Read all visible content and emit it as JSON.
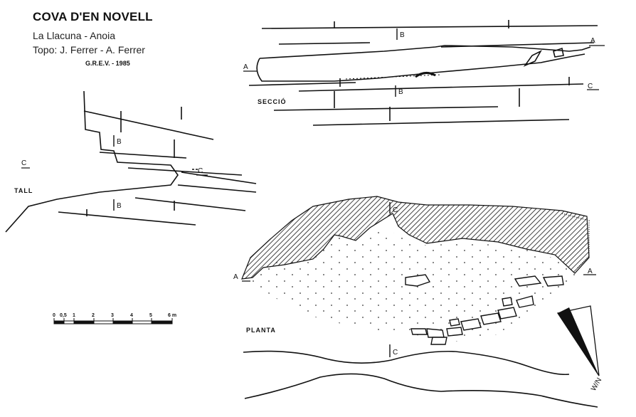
{
  "header": {
    "title": "COVA D'EN NOVELL",
    "location": "La Llacuna - Anoia",
    "survey": "Topo: J. Ferrer - A. Ferrer",
    "club": "G.R.E.V. - 1985"
  },
  "labels": {
    "seccio": "SECCIÓ",
    "tall": "TALL",
    "planta": "PLANTA"
  },
  "markers": {
    "a": "A",
    "b": "B",
    "c": "C"
  },
  "scale": {
    "ticks": [
      "0",
      "0,5",
      "1",
      "2",
      "3",
      "4",
      "5",
      "6 m"
    ]
  },
  "north_arrow": {
    "label": "W/N"
  }
}
